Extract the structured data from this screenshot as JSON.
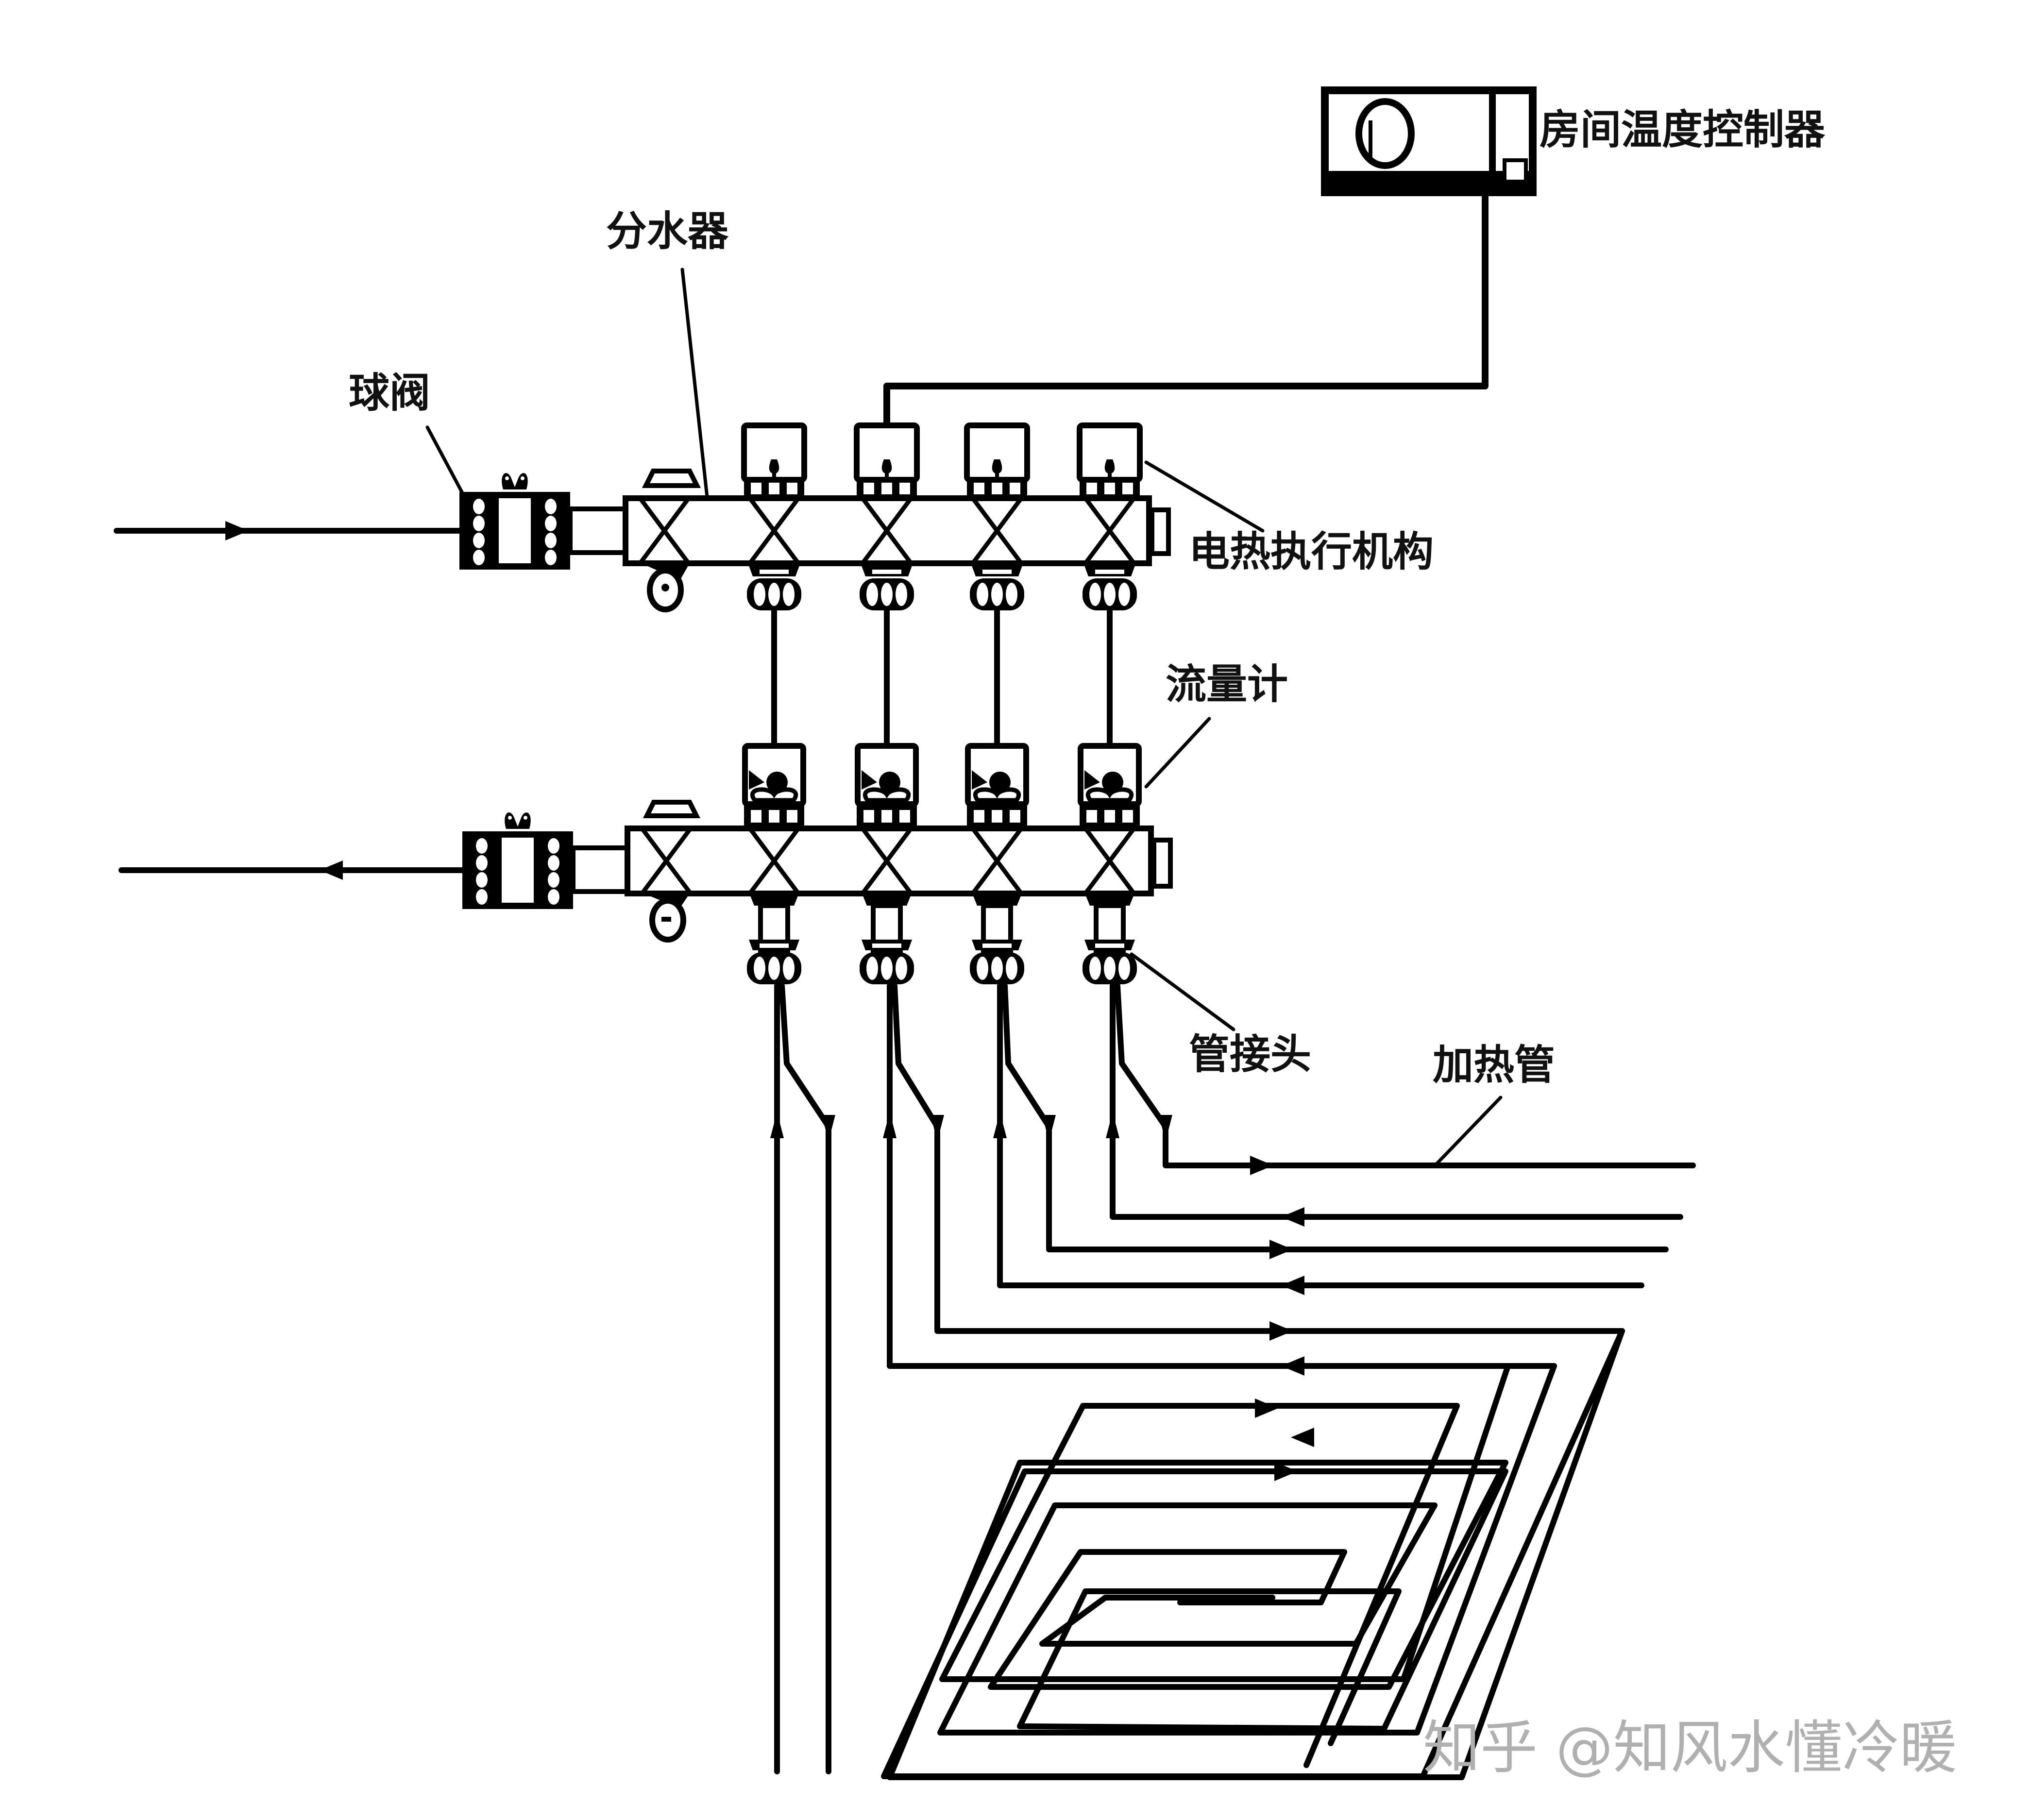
{
  "diagram": {
    "title": "地板辐射采暖分集水器系统示意图",
    "labels": {
      "room_thermostat": "房间温度控制器",
      "supply_manifold": "分水器",
      "ball_valve": "球阀",
      "electrothermal_actuator": "电热执行机构",
      "flow_meter": "流量计",
      "pipe_fitting": "管接头",
      "heating_pipe": "加热管"
    },
    "loop_count": 4,
    "flow": {
      "supply_inlet_direction": "right",
      "return_outlet_direction": "left"
    },
    "watermark": "知乎 @知风水懂冷暖",
    "colors": {
      "line": "#000000",
      "background": "#ffffff",
      "watermark": "#b0b0b0"
    }
  }
}
